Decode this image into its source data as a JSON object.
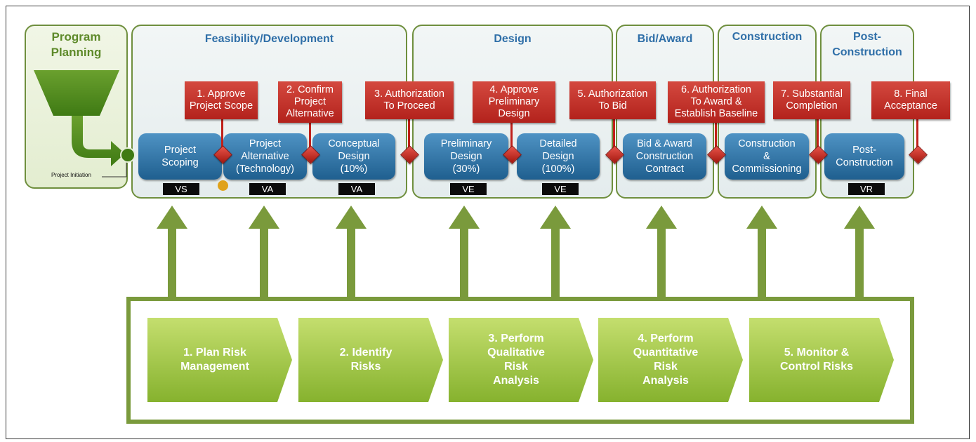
{
  "phases": [
    {
      "key": "planning",
      "title_lines": [
        "Program",
        "Planning"
      ]
    },
    {
      "key": "feasibility",
      "title_lines": [
        "Feasibility/Development"
      ]
    },
    {
      "key": "design",
      "title_lines": [
        "Design"
      ]
    },
    {
      "key": "bid",
      "title_lines": [
        "Bid/Award"
      ]
    },
    {
      "key": "construction",
      "title_lines": [
        "Construction"
      ]
    },
    {
      "key": "post",
      "title_lines": [
        "Post-",
        "Construction"
      ]
    }
  ],
  "project_initiation": "Project Initiation",
  "stages": [
    {
      "lines": [
        "Project",
        "Scoping"
      ],
      "code": "VS"
    },
    {
      "lines": [
        "Project",
        "Alternative",
        "(Technology)"
      ],
      "code": "VA"
    },
    {
      "lines": [
        "Conceptual",
        "Design",
        "(10%)"
      ],
      "code": "VA"
    },
    {
      "lines": [
        "Preliminary",
        "Design",
        "(30%)"
      ],
      "code": "VE"
    },
    {
      "lines": [
        "Detailed",
        "Design",
        "(100%)"
      ],
      "code": "VE"
    },
    {
      "lines": [
        "Bid & Award",
        "Construction",
        "Contract"
      ],
      "code": ""
    },
    {
      "lines": [
        "Construction",
        "&",
        "Commissioning"
      ],
      "code": ""
    },
    {
      "lines": [
        "Post-",
        "Construction"
      ],
      "code": "VR"
    }
  ],
  "gates": [
    {
      "lines": [
        "1. Approve",
        "Project Scope"
      ]
    },
    {
      "lines": [
        "2. Confirm",
        "Project",
        "Alternative"
      ]
    },
    {
      "lines": [
        "3. Authorization",
        "To Proceed"
      ]
    },
    {
      "lines": [
        "4. Approve",
        "Preliminary",
        "Design"
      ]
    },
    {
      "lines": [
        "5. Authorization",
        "To Bid"
      ]
    },
    {
      "lines": [
        "6. Authorization",
        "To Award &",
        "Establish Baseline"
      ]
    },
    {
      "lines": [
        "7. Substantial",
        "Completion"
      ]
    },
    {
      "lines": [
        "8. Final",
        "Acceptance"
      ]
    }
  ],
  "risk_steps": [
    {
      "lines": [
        "1. Plan Risk",
        "Management"
      ]
    },
    {
      "lines": [
        "2. Identify",
        "Risks"
      ]
    },
    {
      "lines": [
        "3. Perform",
        "Qualitative",
        "Risk",
        "Analysis"
      ]
    },
    {
      "lines": [
        "4. Perform",
        "Quantitative",
        "Risk",
        "Analysis"
      ]
    },
    {
      "lines": [
        "5. Monitor &",
        "Control Risks"
      ]
    }
  ],
  "colors": {
    "phase_border": "#6f8f3e",
    "phase_title": "#2f6fa8",
    "planning_title": "#5e8a2a",
    "stage_blue": "#1f5f8f",
    "gate_red": "#b3221c",
    "risk_green": "#86b22e",
    "arrow_green": "#7a9a3c",
    "milestone_dot": "#e0a21a"
  }
}
